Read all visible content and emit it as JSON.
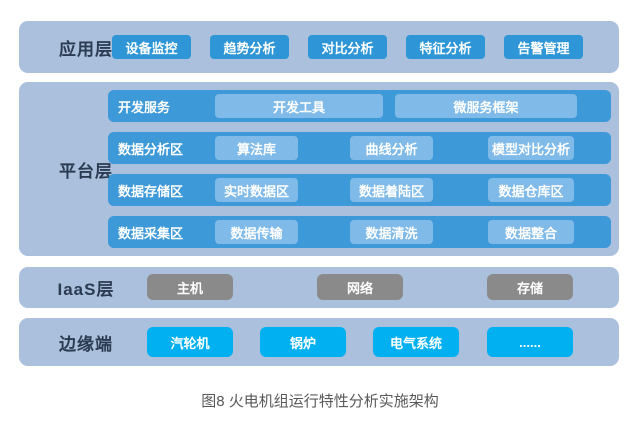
{
  "app_layer": {
    "label": "应用层",
    "items": [
      "设备监控",
      "趋势分析",
      "对比分析",
      "特征分析",
      "告警管理"
    ]
  },
  "platform_layer": {
    "label": "平台层",
    "rows": [
      {
        "label": "开发服务",
        "items": [
          "开发工具",
          "微服务框架"
        ]
      },
      {
        "label": "数据分析区",
        "items": [
          "算法库",
          "曲线分析",
          "模型对比分析"
        ]
      },
      {
        "label": "数据存储区",
        "items": [
          "实时数据区",
          "数据着陆区",
          "数据仓库区"
        ]
      },
      {
        "label": "数据采集区",
        "items": [
          "数据传输",
          "数据清洗",
          "数据整合"
        ]
      }
    ]
  },
  "iaas_layer": {
    "label": "IaaS层",
    "items": [
      "主机",
      "网络",
      "存储"
    ]
  },
  "edge_layer": {
    "label": "边缘端",
    "items": [
      "汽轮机",
      "锅炉",
      "电气系统",
      "......"
    ]
  },
  "caption": "图8 火电机组运行特性分析实施架构",
  "colors": {
    "container_bg": "#aac0dd",
    "app_button": "#2e96d6",
    "platform_row": "#3d99d8",
    "platform_button": "#7fbae8",
    "iaas_button": "#8a8a8a",
    "edge_button": "#00b0f0",
    "layer_label_text": "#2b3b52",
    "button_text": "#ffffff",
    "caption_text": "#595959"
  }
}
